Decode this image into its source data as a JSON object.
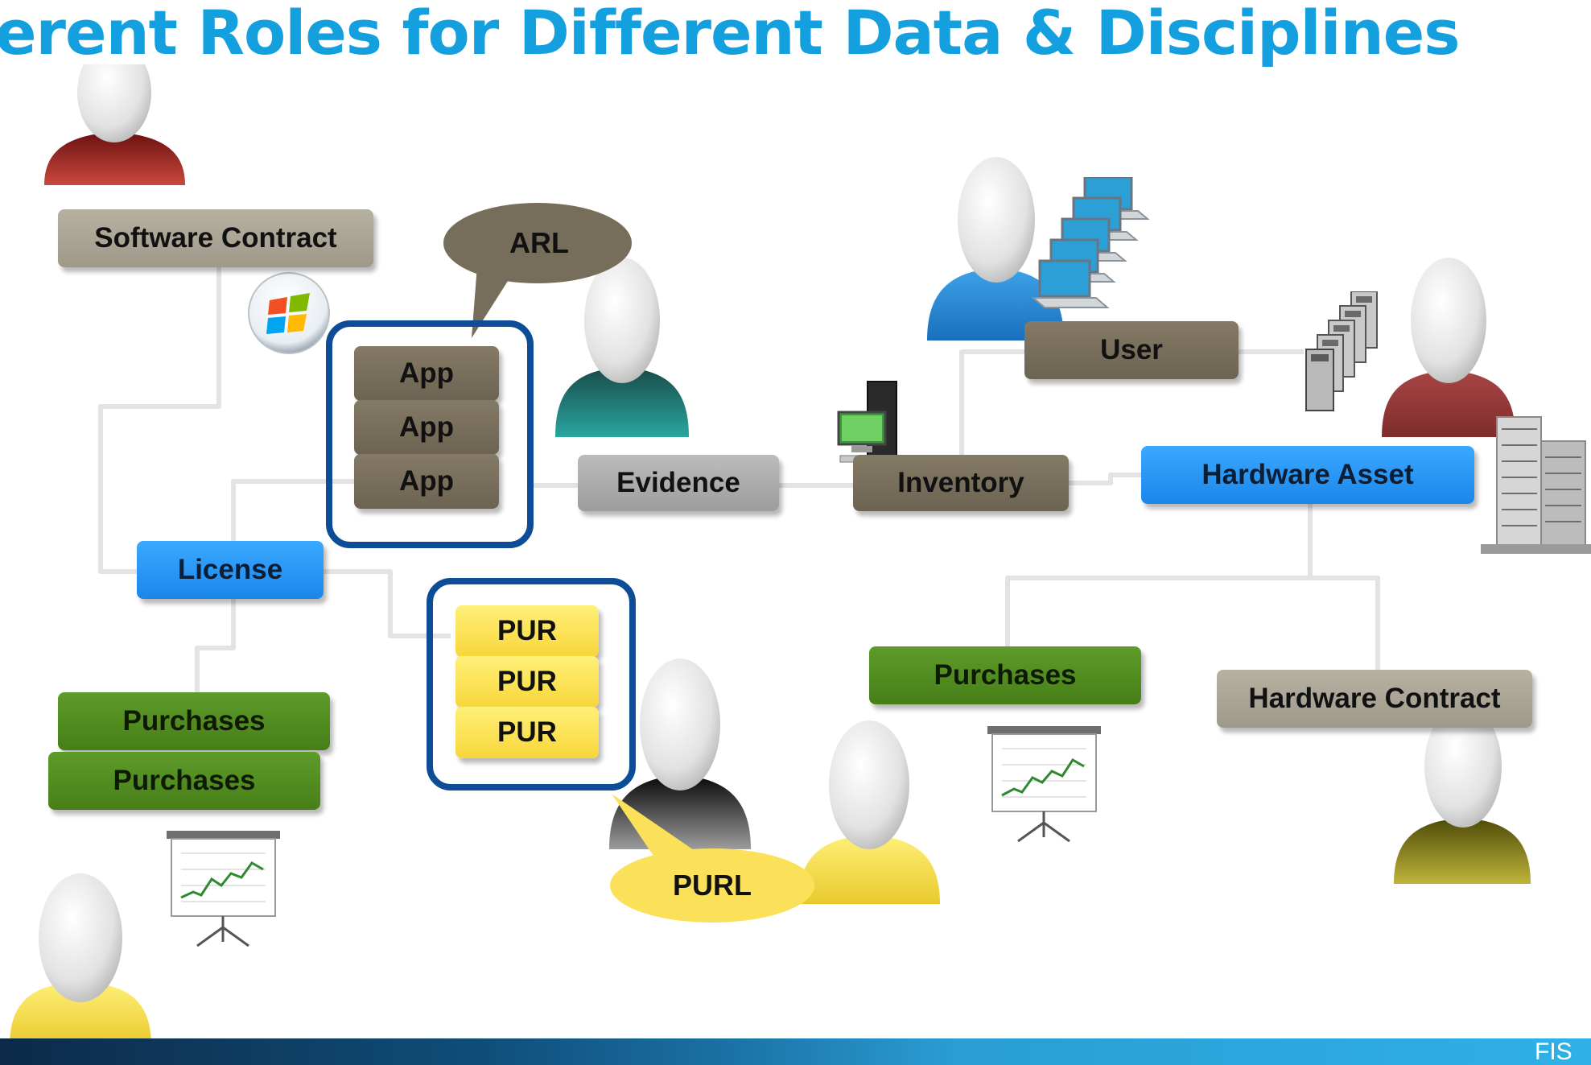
{
  "title": "erent Roles for Different Data & Disciplines",
  "labels": {
    "software_contract": "Software Contract",
    "arl": "ARL",
    "app_1": "App",
    "app_2": "App",
    "app_3": "App",
    "evidence": "Evidence",
    "inventory": "Inventory",
    "user": "User",
    "hardware_asset": "Hardware Asset",
    "license": "License",
    "pur_1": "PUR",
    "pur_2": "PUR",
    "pur_3": "PUR",
    "purl": "PURL",
    "purchases_left_1": "Purchases",
    "purchases_left_2": "Purchases",
    "purchases_right": "Purchases",
    "hardware_contract": "Hardware Contract"
  },
  "footer_mark": "FIS",
  "colors": {
    "title": "#14a0de",
    "group_border": "#0d4c96",
    "tan": "#aaa495",
    "brown": "#766d5a",
    "blue": "#2796f5",
    "green": "#508b21",
    "yellow": "#fbe15a"
  },
  "icons": [
    "person-icon",
    "windows-logo-icon",
    "laptop-stack-icon",
    "server-stack-icon",
    "office-building-icon",
    "desktop-computer-icon",
    "chart-easel-icon"
  ]
}
